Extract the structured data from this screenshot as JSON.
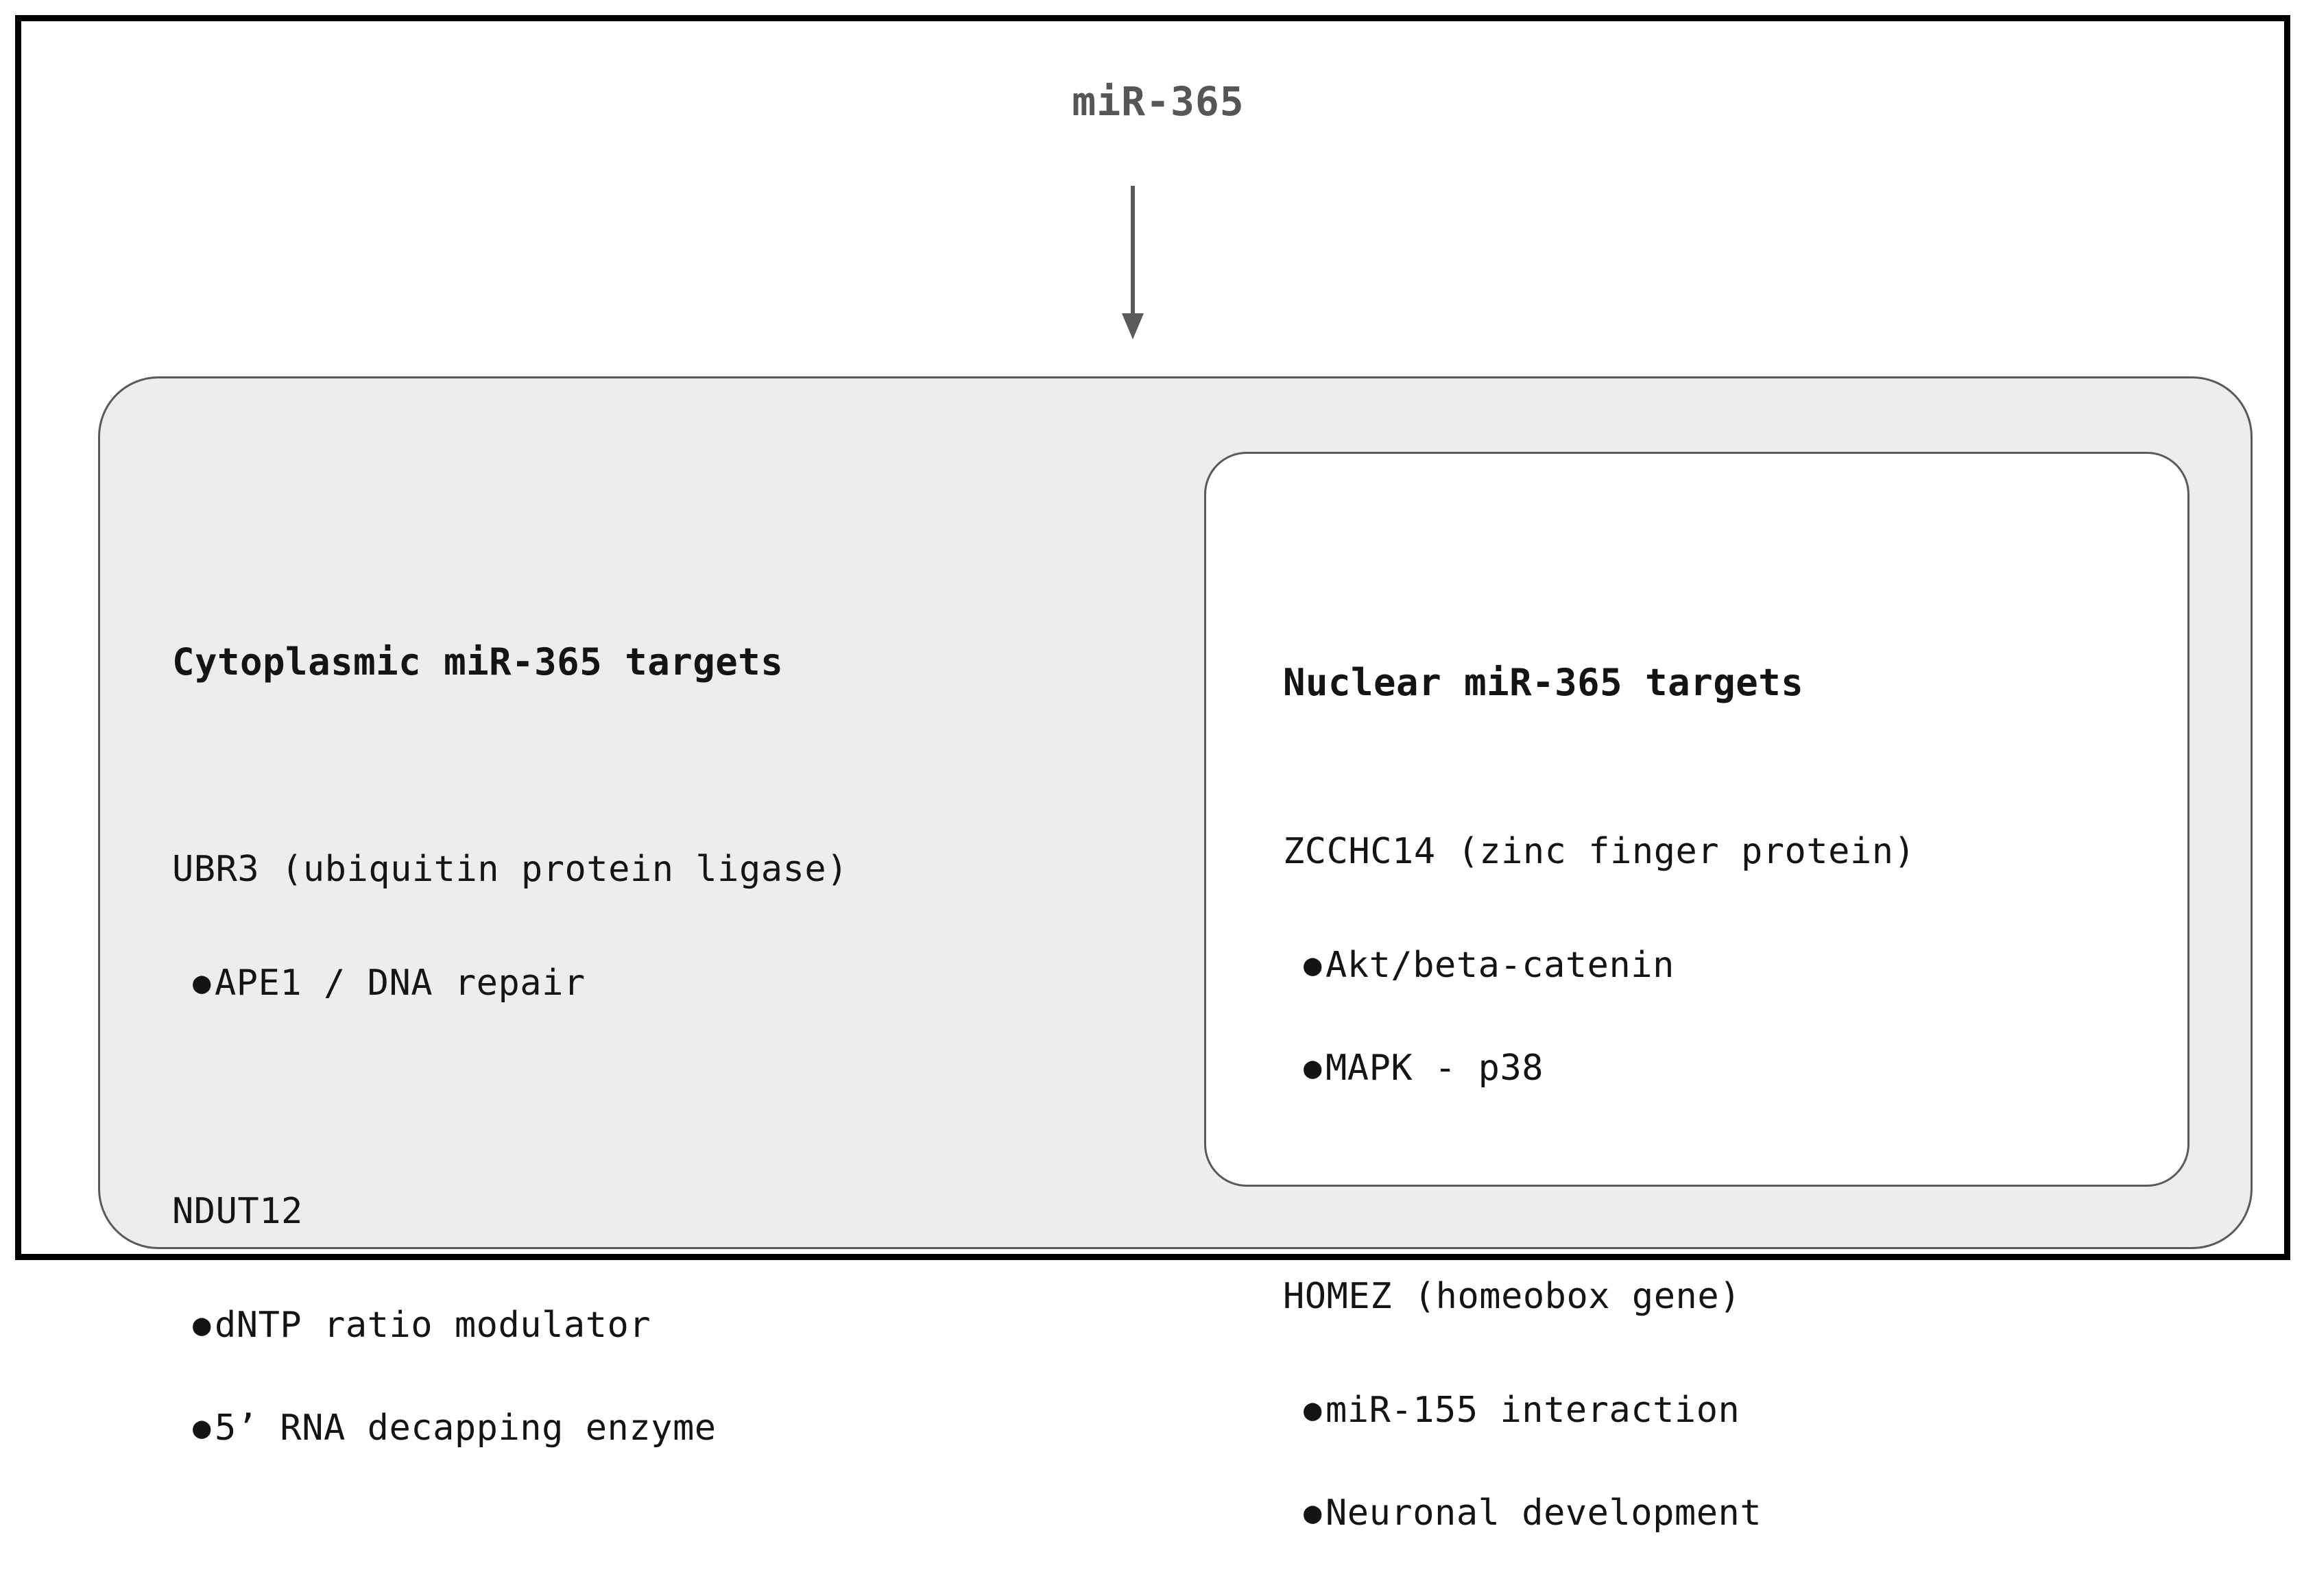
{
  "diagram": {
    "title": "miR-365",
    "title_color": "#565656",
    "arrow": {
      "name": "downward-arrow",
      "color": "#5a5a5a"
    },
    "cytoplasm": {
      "fill": "#ededed",
      "border": "#5a5a5a",
      "heading": "Cytoplasmic miR-365 targets",
      "groups": [
        {
          "gene": "UBR3 (ubiquitin protein ligase)",
          "bullets": [
            "APE1 / DNA repair"
          ]
        },
        {
          "gene": "NDUT12",
          "bullets": [
            "dNTP ratio modulator",
            "5’ RNA decapping enzyme"
          ]
        }
      ]
    },
    "nucleus": {
      "fill": "#ffffff",
      "border": "#5a5a5a",
      "heading": "Nuclear miR-365 targets",
      "groups": [
        {
          "gene": "ZCCHC14 (zinc finger protein)",
          "bullets": [
            "Akt/beta-catenin",
            "MAPK - p38"
          ]
        },
        {
          "gene": "HOMEZ (homeobox gene)",
          "bullets": [
            "miR-155 interaction",
            "Neuronal development"
          ]
        }
      ]
    },
    "bullet_glyph": "●"
  }
}
